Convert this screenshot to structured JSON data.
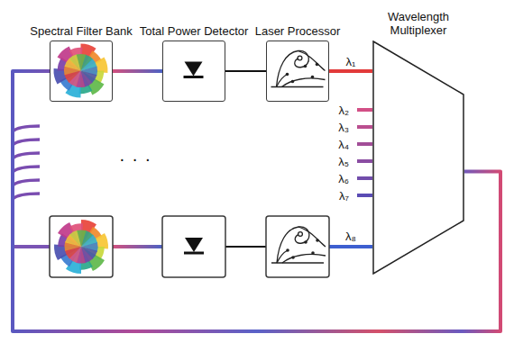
{
  "diagram": {
    "nodes": [
      {
        "text": [
          "Spectral Filter Bank"
        ]
      },
      {
        "text": [
          "Total Power Detector"
        ]
      },
      {
        "text": [
          "Laser Processor"
        ]
      },
      {
        "text": [
          "Wavelength Multiplexer"
        ]
      }
    ],
    "edges": [
      {
        "from": 0,
        "to": 1,
        "arrow": "none"
      },
      {
        "from": 1,
        "to": 2,
        "arrow": "none"
      },
      {
        "from": 2,
        "to": 3,
        "label": "λ₁",
        "arrow": "none"
      },
      {
        "from": 3,
        "to": 0,
        "arrow": "none"
      }
    ],
    "labels": [
      "λ₂",
      "λ₃",
      "λ₄",
      "λ₅",
      "λ₆",
      "λ₇",
      "λ₈",
      "· · ·"
    ]
  }
}
